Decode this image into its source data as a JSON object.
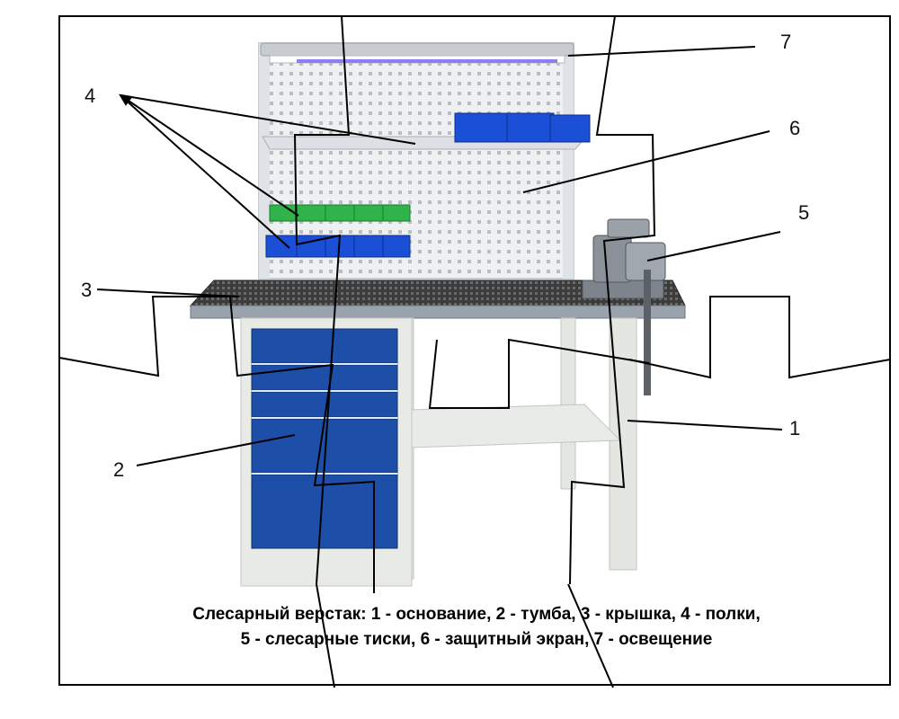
{
  "callouts": [
    {
      "id": "1"
    },
    {
      "id": "2"
    },
    {
      "id": "3"
    },
    {
      "id": "4"
    },
    {
      "id": "5"
    },
    {
      "id": "6"
    },
    {
      "id": "7"
    }
  ],
  "caption": {
    "line1": "Слесарный верстак: 1 - основание, 2 - тумба, 3 - крышка, 4 - полки,",
    "line2": "5 - слесарные тиски, 6 - защитный экран, 7 - освещение"
  },
  "colors": {
    "panel": "#eef0f2",
    "panel_hole": "#b9bec4",
    "drawer_blue": "#1e4fa8",
    "bin_blue": "#1a4fd6",
    "bin_green": "#2fb34a",
    "worktop": "#3c3c3c",
    "frame": "#e4e6e2",
    "vise": "#8a9199"
  }
}
